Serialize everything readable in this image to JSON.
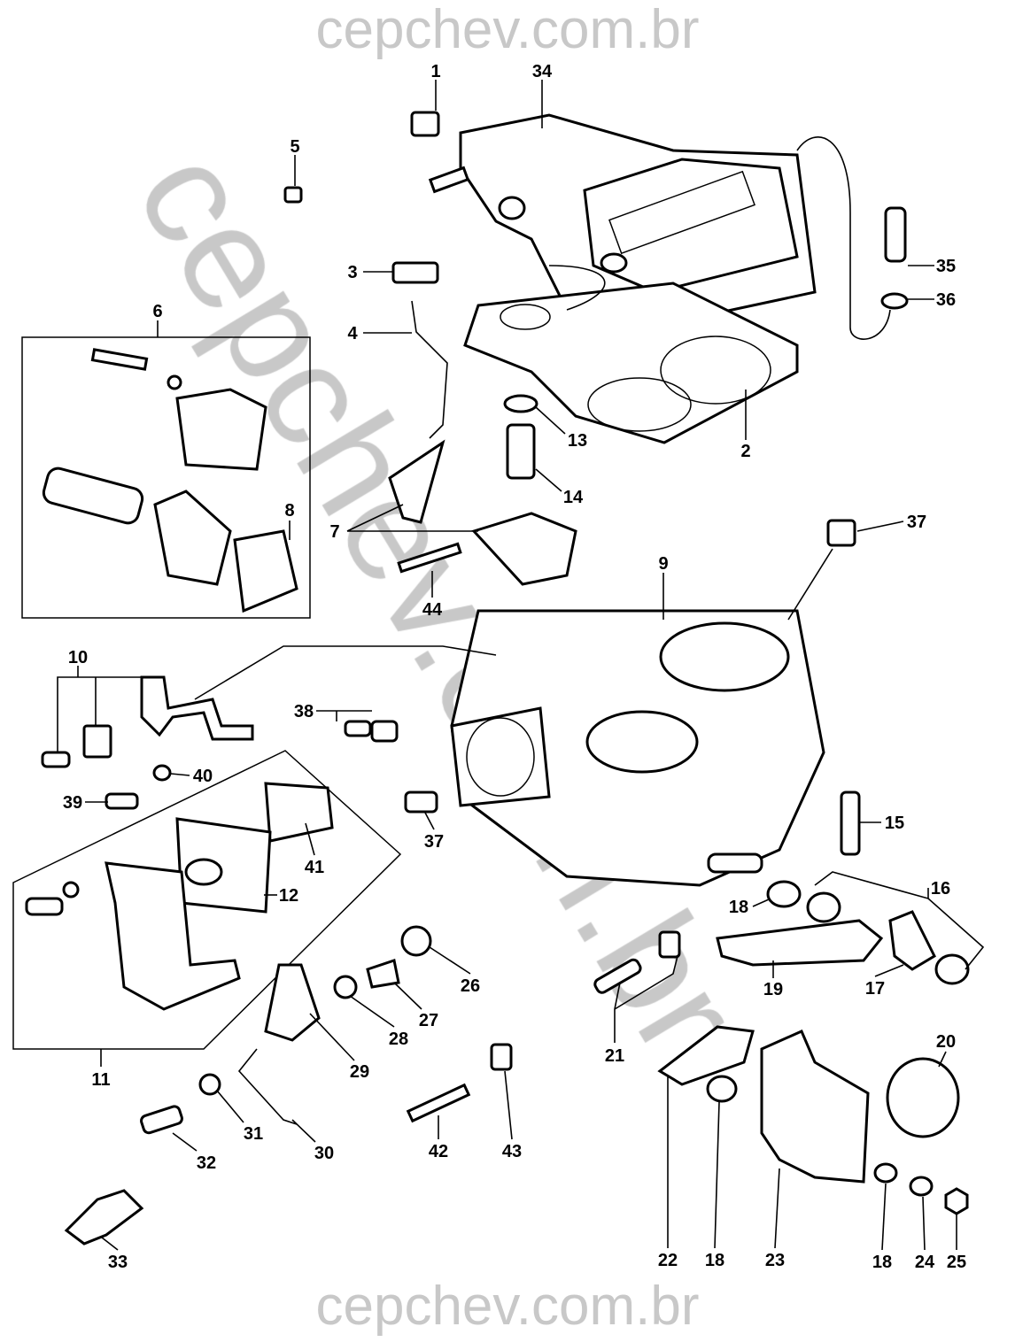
{
  "watermark": {
    "top": "cepchev.com.br",
    "bottom": "cepchev.com.br",
    "diagonal": "cepchev.com.br"
  },
  "labels": [
    "1",
    "34",
    "5",
    "35",
    "36",
    "3",
    "4",
    "6",
    "13",
    "2",
    "14",
    "8",
    "7",
    "37",
    "44",
    "9",
    "10",
    "38",
    "39",
    "40",
    "37",
    "15",
    "41",
    "12",
    "16",
    "18",
    "26",
    "27",
    "28",
    "19",
    "17",
    "11",
    "29",
    "21",
    "20",
    "31",
    "30",
    "32",
    "42",
    "43",
    "33",
    "22",
    "18",
    "23",
    "18",
    "24",
    "25"
  ]
}
